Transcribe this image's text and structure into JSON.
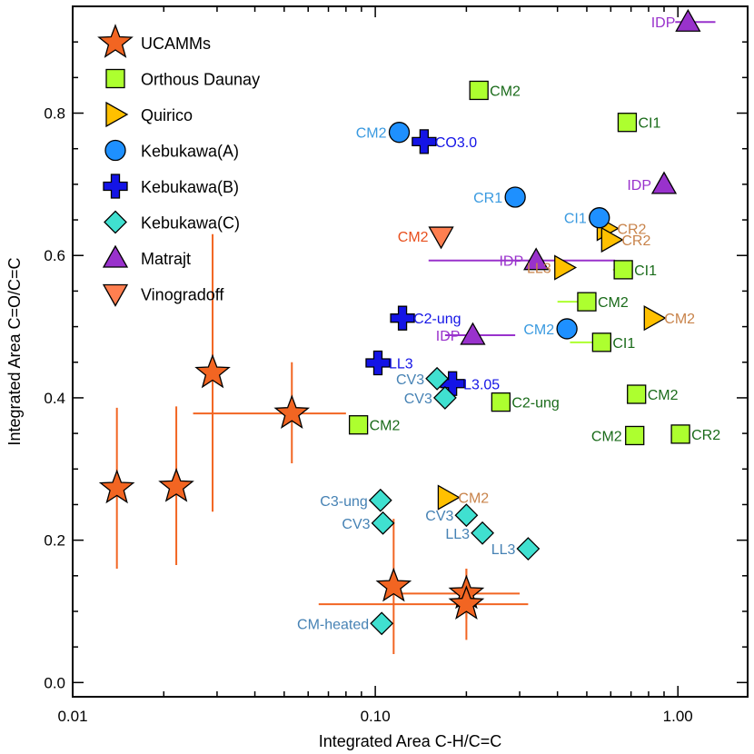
{
  "chart_data": {
    "type": "scatter",
    "xlabel": "Integrated Area C-H/C=C",
    "ylabel": "Integrated Area C=O/C=C",
    "xscale": "log",
    "xlim": [
      0.01,
      1.7
    ],
    "ylim": [
      -0.02,
      0.95
    ],
    "xticks": [
      {
        "value": 0.01,
        "label": "0.01"
      },
      {
        "value": 0.1,
        "label": "0.10"
      },
      {
        "value": 1.0,
        "label": "1.00"
      }
    ],
    "yticks": [
      {
        "value": 0.0,
        "label": "0.0"
      },
      {
        "value": 0.2,
        "label": "0.2"
      },
      {
        "value": 0.4,
        "label": "0.4"
      },
      {
        "value": 0.6,
        "label": "0.6"
      },
      {
        "value": 0.8,
        "label": "0.8"
      }
    ],
    "legend_position": "top-left",
    "series": [
      {
        "name": "UCAMMs",
        "marker": "star",
        "color": "#f26522",
        "errcolor": "#f26522",
        "labelcolor": "#f26522",
        "points": [
          {
            "x": 0.014,
            "y": 0.273,
            "yerr": [
              0.113,
              0.113
            ]
          },
          {
            "x": 0.022,
            "y": 0.275,
            "yerr": [
              0.11,
              0.113
            ]
          },
          {
            "x": 0.029,
            "y": 0.435,
            "yerr": [
              0.195,
              0.195
            ]
          },
          {
            "x": 0.053,
            "y": 0.378,
            "xerr": [
              0.028,
              0.027
            ],
            "yerr": [
              0.07,
              0.072
            ]
          },
          {
            "x": 0.115,
            "y": 0.135,
            "yerr": [
              0.095,
              0.095
            ]
          },
          {
            "x": 0.2,
            "y": 0.125,
            "xerr": [
              0.078,
              0.1
            ],
            "yerr": [
              0.035,
              0.035
            ]
          },
          {
            "x": 0.2,
            "y": 0.11,
            "xerr": [
              0.135,
              0.12
            ],
            "yerr": [
              0.05,
              0.05
            ]
          }
        ]
      },
      {
        "name": "Orthous Daunay",
        "marker": "square",
        "color": "#adff2f",
        "errcolor": "#adff2f",
        "labelcolor": "#1a6b1a",
        "points": [
          {
            "x": 0.22,
            "y": 0.832,
            "label": "CM2"
          },
          {
            "x": 0.68,
            "y": 0.787,
            "label": "CI1"
          },
          {
            "x": 0.66,
            "y": 0.58,
            "label": "CI1",
            "xerr": [
              0.05,
              0
            ]
          },
          {
            "x": 0.5,
            "y": 0.535,
            "label": "CM2",
            "xerr": [
              0.1,
              0
            ]
          },
          {
            "x": 0.56,
            "y": 0.478,
            "label": "CI1",
            "xerr": [
              0.12,
              0
            ]
          },
          {
            "x": 0.73,
            "y": 0.405,
            "label": "CM2"
          },
          {
            "x": 0.72,
            "y": 0.347,
            "label": "CM2",
            "labelside": "left"
          },
          {
            "x": 1.02,
            "y": 0.349,
            "label": "CR2"
          },
          {
            "x": 0.26,
            "y": 0.394,
            "label": "C2-ung"
          },
          {
            "x": 0.088,
            "y": 0.362,
            "label": "CM2"
          }
        ]
      },
      {
        "name": "Quirico",
        "marker": "tri-right",
        "color": "#ffc000",
        "errcolor": "#ffc000",
        "labelcolor": "#c8834a",
        "points": [
          {
            "x": 0.58,
            "y": 0.638,
            "label": "CR2"
          },
          {
            "x": 0.6,
            "y": 0.622,
            "label": "CR2"
          },
          {
            "x": 0.42,
            "y": 0.583,
            "label": "LL3",
            "labelside": "left"
          },
          {
            "x": 0.83,
            "y": 0.512,
            "label": "CM2"
          },
          {
            "x": 0.173,
            "y": 0.26,
            "label": "CM2"
          }
        ]
      },
      {
        "name": "Kebukawa(A)",
        "marker": "circle",
        "color": "#1e90ff",
        "errcolor": "#1e90ff",
        "labelcolor": "#3a9ae0",
        "points": [
          {
            "x": 0.12,
            "y": 0.773,
            "label": "CM2",
            "labelside": "left"
          },
          {
            "x": 0.29,
            "y": 0.682,
            "label": "CR1",
            "labelside": "left"
          },
          {
            "x": 0.55,
            "y": 0.653,
            "label": "CI1",
            "labelside": "left"
          },
          {
            "x": 0.43,
            "y": 0.497,
            "label": "CM2",
            "labelside": "left"
          }
        ]
      },
      {
        "name": "Kebukawa(B)",
        "marker": "cross",
        "color": "#1414e6",
        "errcolor": "#1414e6",
        "labelcolor": "#1414e6",
        "points": [
          {
            "x": 0.145,
            "y": 0.76,
            "label": "CO3.0"
          },
          {
            "x": 0.123,
            "y": 0.512,
            "label": "C2-ung"
          },
          {
            "x": 0.102,
            "y": 0.449,
            "label": "LL3"
          },
          {
            "x": 0.18,
            "y": 0.42,
            "label": "L3.05"
          }
        ]
      },
      {
        "name": "Kebukawa(C)",
        "marker": "diamond",
        "color": "#40e0d0",
        "errcolor": "#40e0d0",
        "labelcolor": "#4682b4",
        "points": [
          {
            "x": 0.16,
            "y": 0.427,
            "label": "CV3",
            "labelside": "left"
          },
          {
            "x": 0.17,
            "y": 0.4,
            "label": "CV3",
            "labelside": "left"
          },
          {
            "x": 0.104,
            "y": 0.256,
            "label": "C3-ung",
            "labelside": "left"
          },
          {
            "x": 0.106,
            "y": 0.224,
            "label": "CV3",
            "labelside": "left"
          },
          {
            "x": 0.2,
            "y": 0.235,
            "label": "CV3",
            "labelside": "left"
          },
          {
            "x": 0.226,
            "y": 0.21,
            "label": "LL3",
            "labelside": "left"
          },
          {
            "x": 0.32,
            "y": 0.188,
            "label": "LL3",
            "labelside": "left"
          },
          {
            "x": 0.105,
            "y": 0.083,
            "label": "CM-heated",
            "labelside": "left"
          }
        ]
      },
      {
        "name": "Matrajt",
        "marker": "tri-up",
        "color": "#9932cc",
        "errcolor": "#9932cc",
        "labelcolor": "#9932cc",
        "points": [
          {
            "x": 1.08,
            "y": 0.928,
            "label": "IDP",
            "labelside": "left",
            "xerr": [
              0.1,
              0.25
            ]
          },
          {
            "x": 0.9,
            "y": 0.7,
            "label": "IDP",
            "labelside": "left"
          },
          {
            "x": 0.34,
            "y": 0.593,
            "label": "IDP",
            "labelside": "left",
            "xerr": [
              0.19,
              0.28
            ]
          },
          {
            "x": 0.21,
            "y": 0.488,
            "label": "IDP",
            "labelside": "left",
            "xerr": [
              0.04,
              0.08
            ]
          }
        ]
      },
      {
        "name": "Vinogradoff",
        "marker": "tri-down",
        "color": "#ff7f50",
        "errcolor": "#ff7f50",
        "labelcolor": "#e8501e",
        "points": [
          {
            "x": 0.165,
            "y": 0.627,
            "label": "CM2",
            "labelside": "left"
          }
        ]
      }
    ]
  }
}
